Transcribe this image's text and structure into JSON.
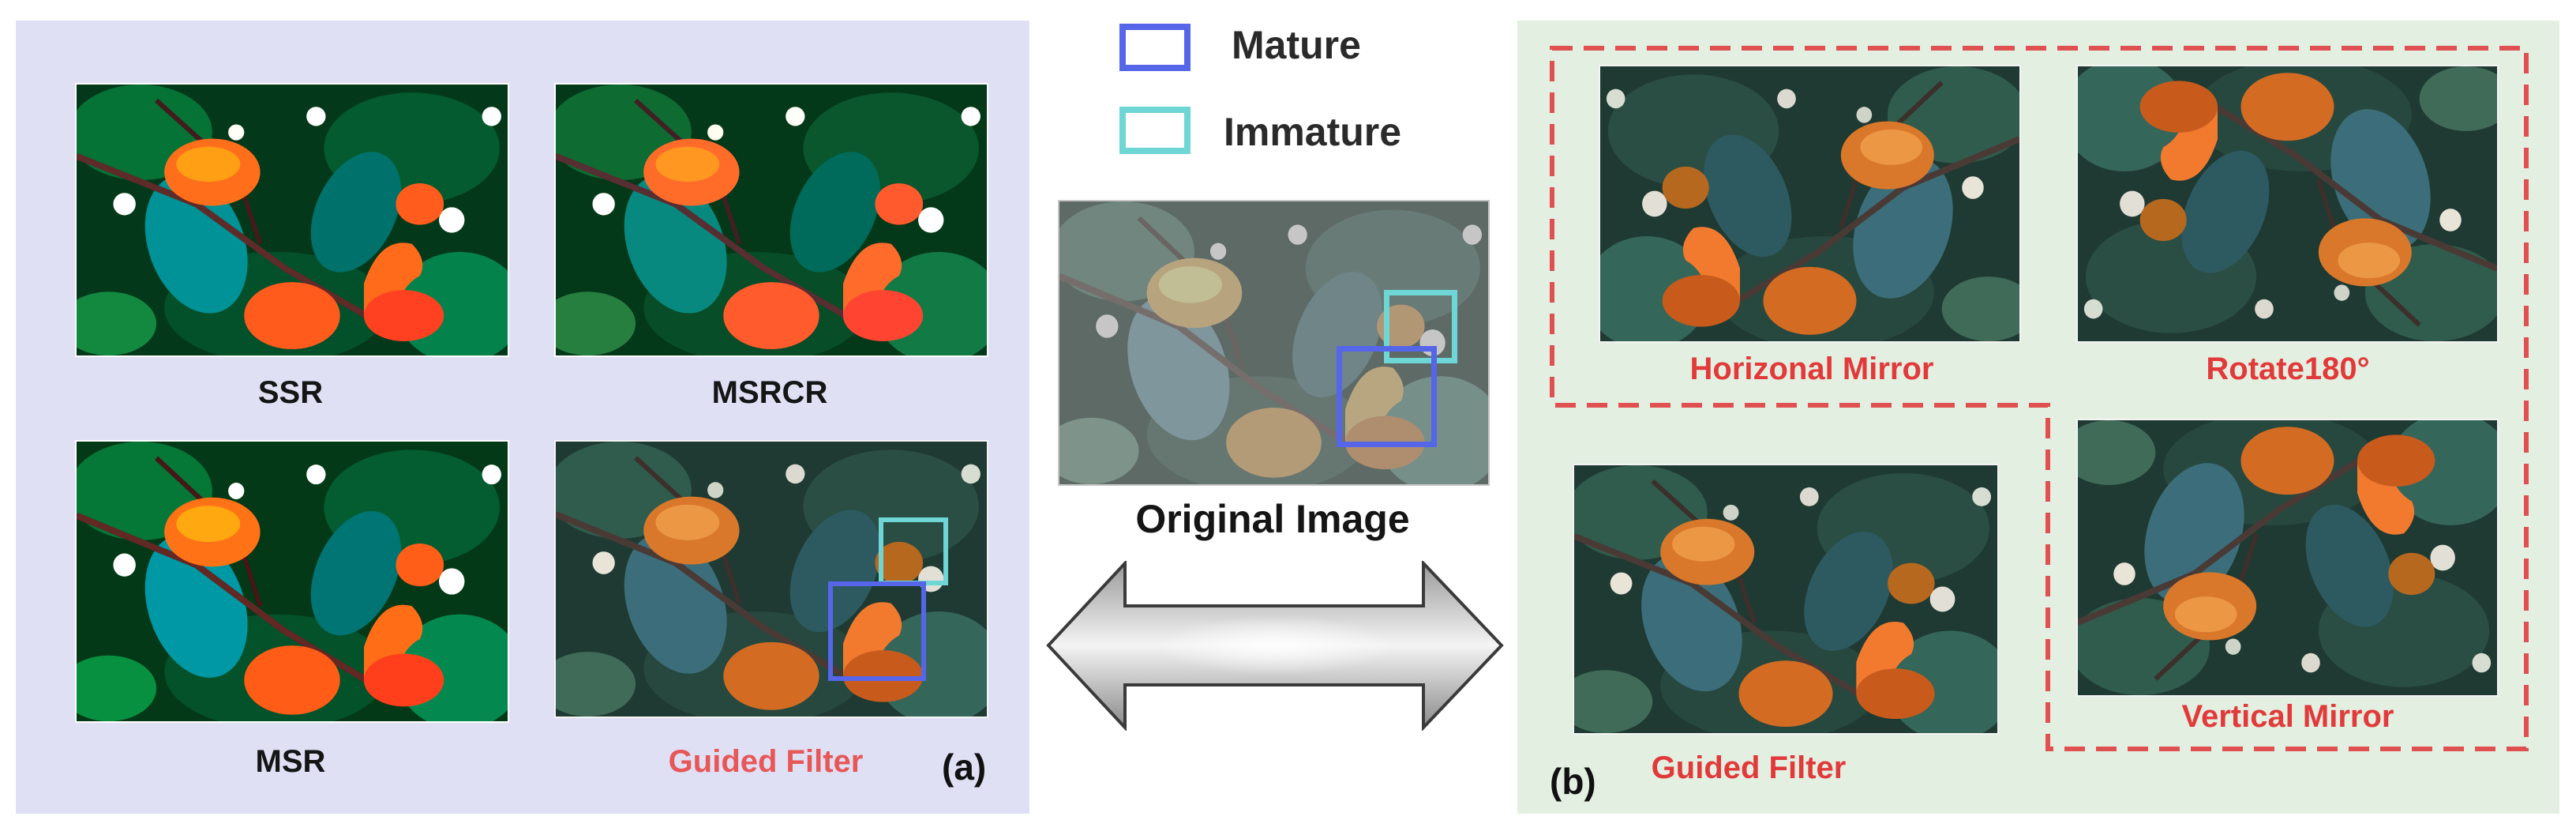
{
  "legend": {
    "items": [
      {
        "label": "Mature",
        "color": "#5566e8"
      },
      {
        "label": "Immature",
        "color": "#6fd6d6"
      }
    ]
  },
  "panel_a": {
    "label": "(a)",
    "captions": {
      "ssr": "SSR",
      "msrcr": "MSRCR",
      "msr": "MSR",
      "guided_filter": "Guided Filter"
    }
  },
  "center": {
    "original_caption": "Original Image"
  },
  "panel_b": {
    "label": "(b)",
    "captions": {
      "horizontal_mirror": "Horizonal Mirror",
      "rotate180": "Rotate180°",
      "guided_filter": "Guided Filter",
      "vertical_mirror": "Vertical Mirror"
    }
  },
  "colors": {
    "panel_a_bg": "#dfe0f4",
    "panel_b_bg": "#e3efe1",
    "dashed_region": "#e05050",
    "caption_red": "#e23a3a"
  },
  "icons": [
    "double-arrow-icon"
  ]
}
